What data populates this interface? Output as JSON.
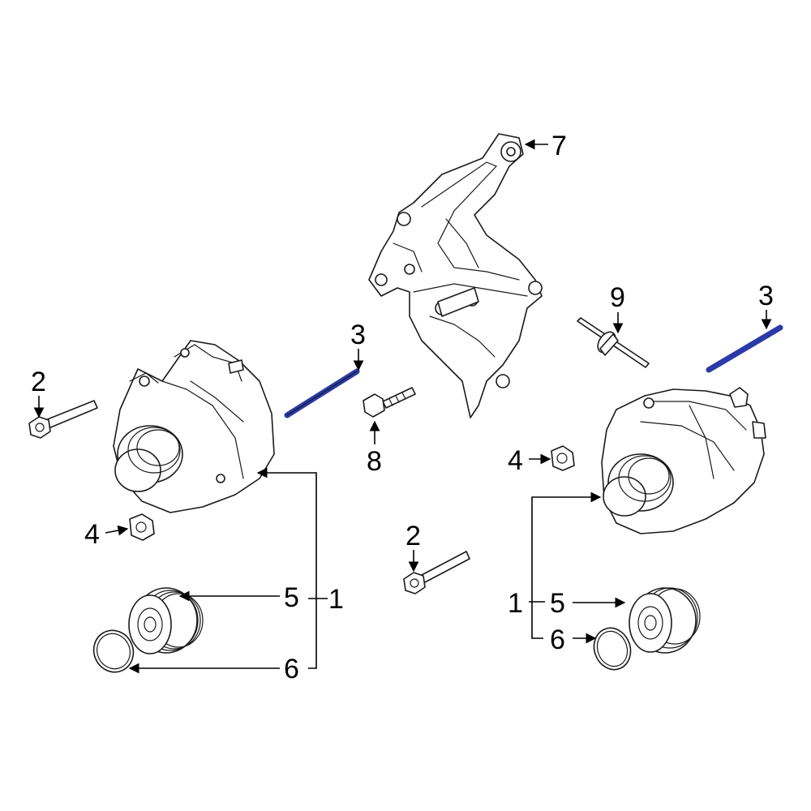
{
  "labels": {
    "bolt_left": "2",
    "bolt_center": "2",
    "stud_left": "3",
    "stud_right": "3",
    "nut_left": "4",
    "nut_right": "4",
    "alt_left_group": "1",
    "alt_right_group": "1",
    "pulley_left": "5",
    "pulley_right": "5",
    "ring_left": "6",
    "ring_right": "6",
    "bracket": "7",
    "bracket_bolt": "8",
    "bracket_stud": "9"
  },
  "colors": {
    "highlight": "#2b3aa8",
    "line": "#1a1a1a"
  },
  "icons": [
    "alternator",
    "mounting-bracket",
    "pulley",
    "o-ring",
    "bolt",
    "stud",
    "nut"
  ]
}
